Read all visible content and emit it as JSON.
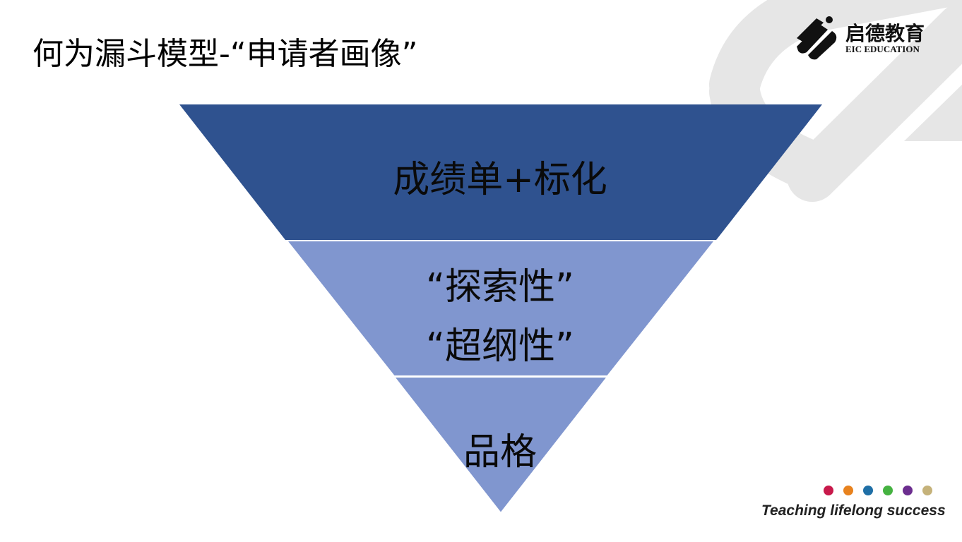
{
  "slide": {
    "title": "何为漏斗模型-“申请者画像”"
  },
  "logo": {
    "name_cn": "启德教育",
    "name_en": "EIC EDUCATION",
    "icon": "eic-logo-icon"
  },
  "funnel": {
    "levels": [
      {
        "lines": [
          "成绩单+标化"
        ],
        "color": "#2f528f"
      },
      {
        "lines": [
          "“探索性”",
          "“超纲性”"
        ],
        "color": "#8096cf"
      },
      {
        "lines": [
          "品格"
        ],
        "color": "#8096cf"
      }
    ]
  },
  "footer": {
    "tagline": "Teaching lifelong success",
    "dot_colors": [
      "#c8194b",
      "#e8821e",
      "#1f6fa6",
      "#45b241",
      "#6c2e8f",
      "#c5b27a"
    ]
  }
}
